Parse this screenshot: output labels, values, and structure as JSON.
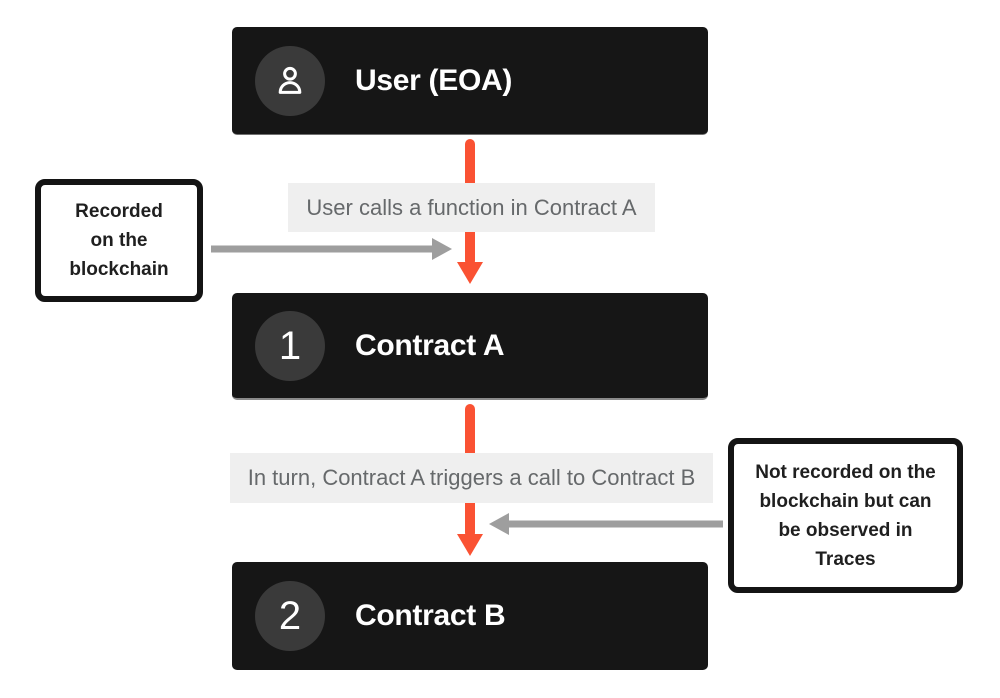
{
  "nodes": {
    "user": {
      "label": "User (EOA)"
    },
    "contract_a": {
      "label": "Contract A",
      "badge": "1"
    },
    "contract_b": {
      "label": "Contract B",
      "badge": "2"
    }
  },
  "edges": {
    "user_to_a": {
      "label": "User calls a function in Contract A"
    },
    "a_to_b": {
      "label": "In turn, Contract A triggers a call to Contract B"
    }
  },
  "annotations": {
    "recorded": {
      "lines": [
        "Recorded",
        "on the",
        "blockchain"
      ]
    },
    "not_recorded": {
      "lines": [
        "Not recorded on the",
        "blockchain but can",
        "be observed in",
        "Traces"
      ]
    }
  },
  "icons": {
    "user_avatar": "user-icon"
  },
  "colors": {
    "accent_orange": "#FA5233",
    "arrow_gray": "#9E9E9E",
    "node_bg": "#161616",
    "node_badge_bg": "#3A3A3A",
    "node_text": "#FFFFFF",
    "edge_label_bg": "#EFEFEF",
    "edge_label_text": "#66696B",
    "annotation_border": "#141414",
    "annotation_text": "#1F1F1F",
    "node_bottom_edge": "#8A8A8A"
  }
}
